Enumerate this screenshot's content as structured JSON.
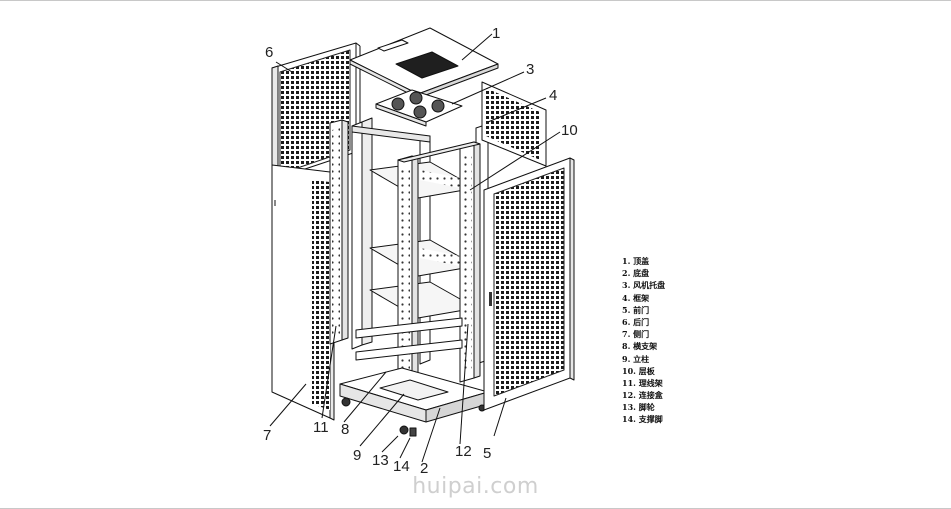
{
  "callouts": [
    {
      "id": "1",
      "text": "1"
    },
    {
      "id": "2",
      "text": "2"
    },
    {
      "id": "3",
      "text": "3"
    },
    {
      "id": "4",
      "text": "4"
    },
    {
      "id": "5",
      "text": "5"
    },
    {
      "id": "6",
      "text": "6"
    },
    {
      "id": "7",
      "text": "7"
    },
    {
      "id": "8",
      "text": "8"
    },
    {
      "id": "9",
      "text": "9"
    },
    {
      "id": "10",
      "text": "10"
    },
    {
      "id": "11",
      "text": "11"
    },
    {
      "id": "12",
      "text": "12"
    },
    {
      "id": "13",
      "text": "13"
    },
    {
      "id": "14",
      "text": "14"
    }
  ],
  "legend": [
    "1. 顶盖",
    "2. 底盘",
    "3. 风机托盘",
    "4. 框架",
    "5. 前门",
    "6. 后门",
    "7. 侧门",
    "8. 横支架",
    "9. 立柱",
    "10. 层板",
    "11. 理线架",
    "12. 连接盒",
    "13. 脚轮",
    "14. 支撑脚"
  ],
  "watermark": "huipai.com"
}
